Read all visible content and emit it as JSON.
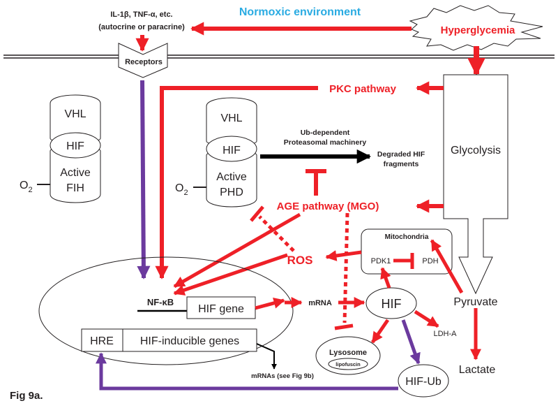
{
  "figure_label": "Fig 9a.",
  "colors": {
    "activation": "#ee2027",
    "ubiquitin_path": "#6b3a9e",
    "environment_title": "#29abe2",
    "stroke": "#231f20"
  },
  "header": {
    "environment_title": "Normoxic environment",
    "stimulus": "Hyperglycemia",
    "cytokines_line1": "IL-1β, TNF-α, etc.",
    "cytokines_line2": "(autocrine or paracrine)",
    "receptors": "Receptors"
  },
  "complex_fih": {
    "top": "VHL",
    "middle": "HIF",
    "bottom_line1": "Active",
    "bottom_line2": "FIH",
    "oxygen": "O",
    "oxygen_sub": "2"
  },
  "complex_phd": {
    "top": "VHL",
    "middle": "HIF",
    "bottom_line1": "Active",
    "bottom_line2": "PHD",
    "oxygen": "O",
    "oxygen_sub": "2"
  },
  "degradation": {
    "machinery_line1": "Ub-dependent",
    "machinery_line2": "Proteasomal machinery",
    "product_line1": "Degraded HIF",
    "product_line2": "fragments"
  },
  "pathways": {
    "pkc": "PKC pathway",
    "age": "AGE pathway (MGO)",
    "ros": "ROS",
    "glycolysis": "Glycolysis",
    "pyruvate": "Pyruvate",
    "lactate": "Lactate",
    "ldha": "LDH-A"
  },
  "mitochondria": {
    "title": "Mitochondria",
    "pdk1": "PDK1",
    "pdh": "PDH"
  },
  "nucleus": {
    "nfkb": "NF-κB",
    "hif_gene": "HIF gene",
    "hre": "HRE",
    "inducible_genes": "HIF-inducible genes",
    "mrnas_note": "mRNAs (see Fig 9b)"
  },
  "cytoplasm": {
    "mrna": "mRNA",
    "hif": "HIF",
    "hif_ub": "HIF-Ub",
    "lysosome": "Lysosome",
    "lipofuscin": "lipofuscin"
  }
}
